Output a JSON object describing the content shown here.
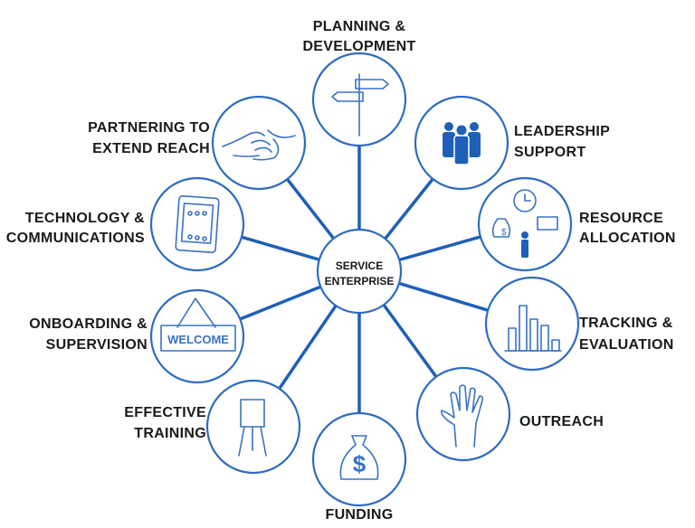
{
  "center": {
    "line1": "SERVICE",
    "line2": "ENTERPRISE"
  },
  "nodes": [
    {
      "id": "planning",
      "lines": [
        "PLANNING &",
        "DEVELOPMENT"
      ],
      "icon": "signpost-icon"
    },
    {
      "id": "leadership",
      "lines": [
        "LEADERSHIP",
        "SUPPORT"
      ],
      "icon": "people-group-icon"
    },
    {
      "id": "resource",
      "lines": [
        "RESOURCE",
        "ALLOCATION"
      ],
      "icon": "resources-icon"
    },
    {
      "id": "tracking",
      "lines": [
        "TRACKING &",
        "EVALUATION"
      ],
      "icon": "bar-chart-icon"
    },
    {
      "id": "outreach",
      "lines": [
        "OUTREACH"
      ],
      "icon": "hand-icon"
    },
    {
      "id": "funding",
      "lines": [
        "FUNDING"
      ],
      "icon": "money-bag-icon"
    },
    {
      "id": "training",
      "lines": [
        "EFFECTIVE",
        "TRAINING"
      ],
      "icon": "flipchart-icon"
    },
    {
      "id": "onboarding",
      "lines": [
        "ONBOARDING &",
        "SUPERVISION"
      ],
      "icon": "welcome-sign-icon",
      "sign_text": "WELCOME"
    },
    {
      "id": "technology",
      "lines": [
        "TECHNOLOGY &",
        "COMMUNICATIONS"
      ],
      "icon": "tablet-icon"
    },
    {
      "id": "partnering",
      "lines": [
        "PARTNERING TO",
        "EXTEND REACH"
      ],
      "icon": "handshake-icon"
    }
  ],
  "colors": {
    "accent": "#1f5fb8",
    "ring": "#2e6cc0",
    "text": "#1a1a1a"
  }
}
